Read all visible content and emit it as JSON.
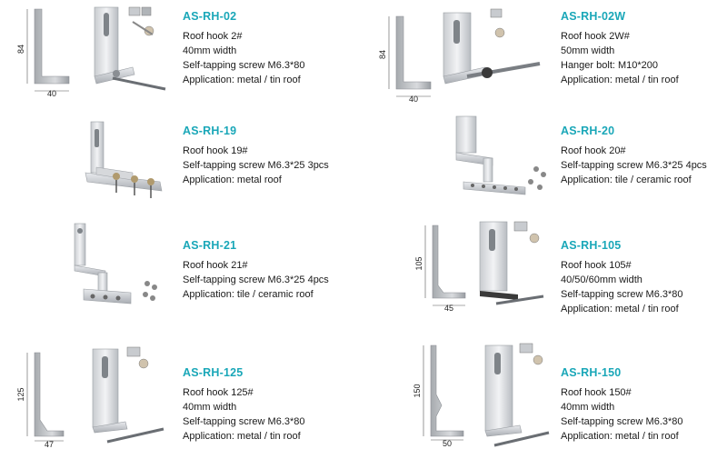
{
  "products": [
    {
      "code": "AS-RH-02",
      "lines": [
        "Roof hook 2#",
        "40mm width",
        "Self-tapping screw M6.3*80",
        "Application: metal / tin roof"
      ],
      "dims": {
        "height": "84",
        "width": "40"
      }
    },
    {
      "code": "AS-RH-02W",
      "lines": [
        "Roof hook 2W#",
        "50mm width",
        "Hanger bolt: M10*200",
        "Application: metal / tin roof"
      ],
      "dims": {
        "height": "84",
        "width": "40"
      }
    },
    {
      "code": "AS-RH-19",
      "lines": [
        "Roof hook 19#",
        "Self-tapping screw M6.3*25 3pcs",
        "Application: metal roof"
      ]
    },
    {
      "code": "AS-RH-20",
      "lines": [
        "Roof hook 20#",
        "Self-tapping screw M6.3*25 4pcs",
        "Application: tile / ceramic roof"
      ]
    },
    {
      "code": "AS-RH-21",
      "lines": [
        "Roof hook 21#",
        "Self-tapping screw M6.3*25 4pcs",
        "Application: tile / ceramic roof"
      ]
    },
    {
      "code": "AS-RH-105",
      "lines": [
        "Roof hook 105#",
        "40/50/60mm width",
        "Self-tapping screw M6.3*80",
        "Application: metal / tin roof"
      ],
      "dims": {
        "height": "105",
        "width": "45"
      }
    },
    {
      "code": "AS-RH-125",
      "lines": [
        "Roof hook 125#",
        "40mm width",
        "Self-tapping screw M6.3*80",
        "Application: metal / tin roof"
      ],
      "dims": {
        "height": "125",
        "width": "47"
      }
    },
    {
      "code": "AS-RH-150",
      "lines": [
        "Roof hook 150#",
        "40mm width",
        "Self-tapping screw M6.3*80",
        "Application: metal / tin roof"
      ],
      "dims": {
        "height": "150",
        "width": "50"
      }
    }
  ]
}
